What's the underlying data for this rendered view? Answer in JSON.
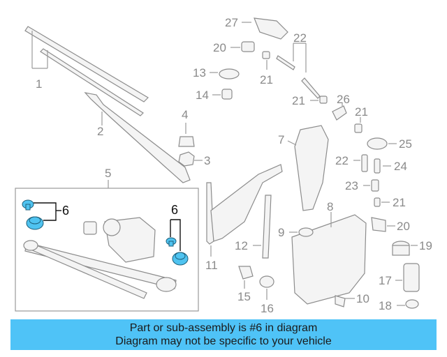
{
  "callouts": {
    "c1": "1",
    "c2": "2",
    "c3": "3",
    "c4": "4",
    "c5": "5",
    "c6a": "6",
    "c6b": "6",
    "c7": "7",
    "c8": "8",
    "c9": "9",
    "c10": "10",
    "c11": "11",
    "c12": "12",
    "c13": "13",
    "c14": "14",
    "c15": "15",
    "c16": "16",
    "c17": "17",
    "c18": "18",
    "c19": "19",
    "c20a": "20",
    "c20b": "20",
    "c21a": "21",
    "c21b": "21",
    "c21c": "21",
    "c21d": "21",
    "c22a": "22",
    "c22b": "22",
    "c23": "23",
    "c24": "24",
    "c25": "25",
    "c26": "26",
    "c27": "27"
  },
  "banner": {
    "line1": "Part or sub-assembly is #6 in diagram",
    "line2": "Diagram may not be specific to your vehicle"
  },
  "colors": {
    "highlight": "#4fc3f0",
    "banner": "#4fc3f7"
  }
}
